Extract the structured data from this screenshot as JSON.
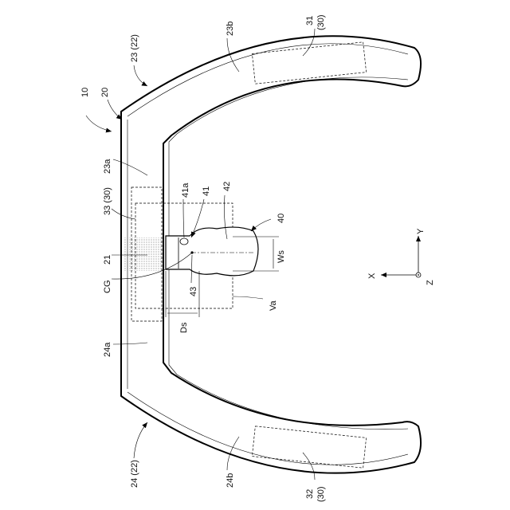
{
  "figure": {
    "labels": {
      "fig_ref": "10",
      "frame": "20",
      "upper_arm": "23 (22)",
      "upper_arm_front": "23a",
      "upper_arm_rear": "23b",
      "lower_arm": "24 (22)",
      "lower_arm_front": "24a",
      "lower_arm_rear": "24b",
      "center_part": "21",
      "pad_upper_num": "31",
      "pad_upper_sub": "(30)",
      "pad_lower_num": "32",
      "pad_lower_sub": "(30)",
      "pad_center": "33 (30)",
      "gravity_center": "CG",
      "unit": "40",
      "neck": "41",
      "neck_part": "41a",
      "bulb": "42",
      "point": "43",
      "width": "Ws",
      "depth": "Ds",
      "region": "Va"
    },
    "axes": {
      "x": "X",
      "y": "Y",
      "z": "Z"
    }
  }
}
